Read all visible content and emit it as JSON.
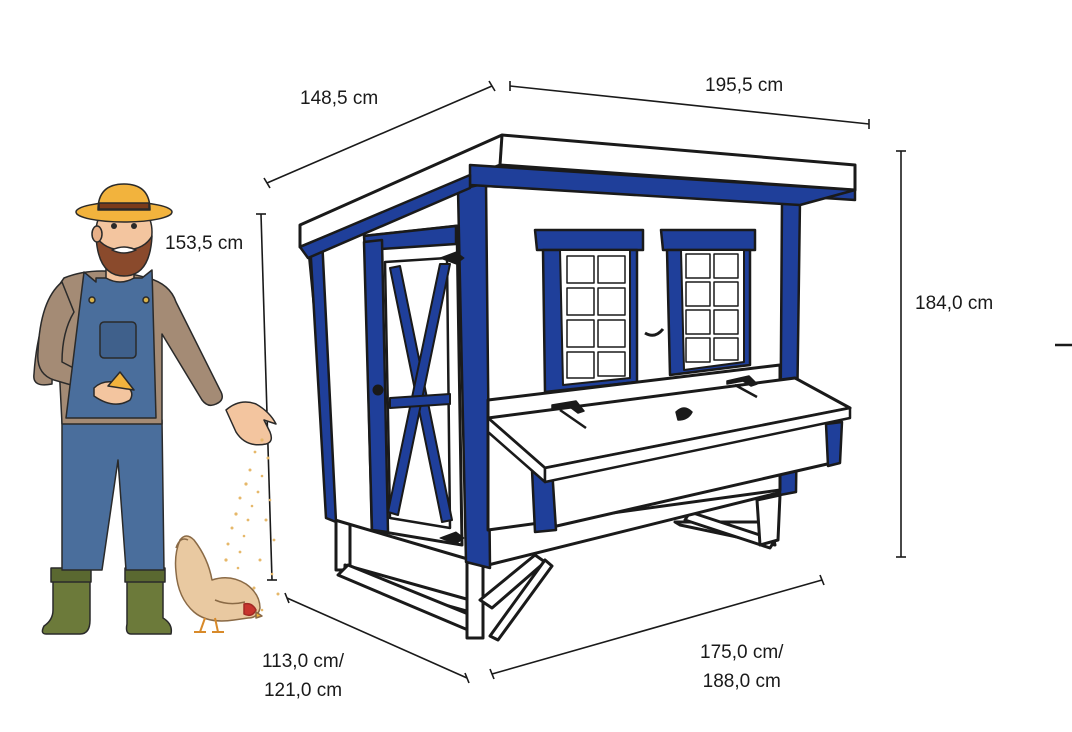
{
  "dimensions": {
    "roof_depth": "148,5 cm",
    "roof_width": "195,5 cm",
    "front_height": "153,5 cm",
    "total_height": "184,0 cm",
    "base_depth_line1": "113,0 cm/",
    "base_depth_line2": "121,0 cm",
    "base_width_line1": "175,0 cm/",
    "base_width_line2": "188,0 cm"
  },
  "colors": {
    "trim_blue": "#1f3f9a",
    "coop_white": "#ffffff",
    "outline": "#1a1a1a",
    "overalls": "#4a6e9c",
    "shirt": "#a48b75",
    "hat": "#f2b33d",
    "boots": "#6c7a3a",
    "skin": "#f3c59f",
    "beard": "#8a4a2c",
    "hen": "#e9c9a1"
  },
  "icons": [
    "farmer-figure",
    "hen-figure",
    "feed-grain-particles",
    "chicken-coop-illustration"
  ]
}
